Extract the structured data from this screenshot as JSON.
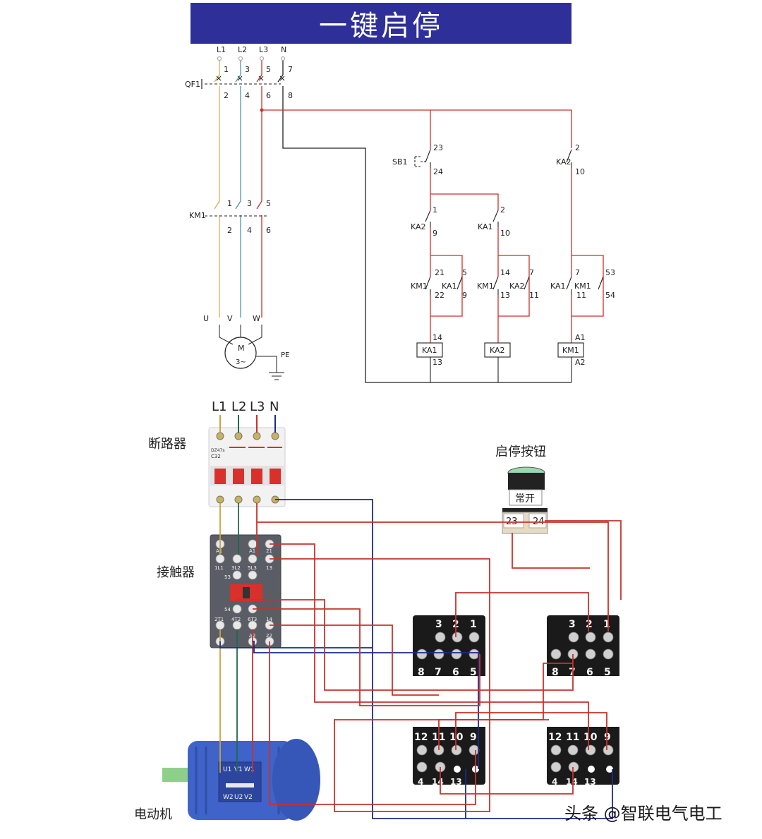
{
  "title": "一键启停",
  "schematic": {
    "phases": [
      "L1",
      "L2",
      "L3",
      "N"
    ],
    "qf1": {
      "label": "QF1",
      "top": [
        "1",
        "3",
        "5",
        "7"
      ],
      "bottom": [
        "2",
        "4",
        "6",
        "8"
      ]
    },
    "km1_main": {
      "label": "KM1",
      "top": [
        "1",
        "3",
        "5"
      ],
      "bottom": [
        "2",
        "4",
        "6"
      ]
    },
    "motor": {
      "terminals": [
        "U",
        "V",
        "W"
      ],
      "symbol_top": "M",
      "symbol_bottom": "3~",
      "pe": "PE"
    },
    "sb1": {
      "label": "SB1",
      "top": "23",
      "bottom": "24"
    },
    "ka2_top": {
      "label": "KA2",
      "top": "2",
      "bottom": "10"
    },
    "branch1": {
      "nc_label": "KA2",
      "nc_top": "1",
      "nc_bottom": "9",
      "km_label": "KM1",
      "km_top": "21",
      "km_bottom": "22",
      "hold_label": "KA1",
      "hold_top": "5",
      "hold_bottom": "9",
      "coil": "KA1",
      "coil_top": "14",
      "coil_bottom": "13"
    },
    "branch2": {
      "nc_label": "KA1",
      "nc_top": "2",
      "nc_bottom": "10",
      "km_label": "KM1",
      "km_top": "14",
      "km_bottom": "13",
      "hold_label": "KA2",
      "hold_top": "7",
      "hold_bottom": "11",
      "coil": "KA2"
    },
    "branch3": {
      "ka_label": "KA1",
      "ka_top": "7",
      "ka_bottom": "11",
      "km_label": "KM1",
      "km_top": "53",
      "km_bottom": "54",
      "coil": "KM1",
      "coil_top": "A1",
      "coil_bottom": "A2"
    }
  },
  "wiring": {
    "top_labels": [
      "L1",
      "L2",
      "L3",
      "N"
    ],
    "breaker_label": "断路器",
    "breaker_model": "DZ47s",
    "breaker_rating": "C32",
    "contactor_label": "接触器",
    "contactor_terminals_top": [
      "A1",
      "1L1",
      "3L2",
      "5L3",
      "A1",
      "21",
      "13"
    ],
    "contactor_terminals_mid": [
      "53",
      "54"
    ],
    "contactor_terminals_bottom": [
      "2T1",
      "4T2",
      "6T3",
      "14",
      "A2",
      "22"
    ],
    "button_label": "启停按钮",
    "button_type": "常开",
    "button_terminals": [
      "23",
      "24"
    ],
    "relay_top_row": [
      "3",
      "2",
      "1"
    ],
    "relay_row2": [
      "8",
      "7",
      "6",
      "5"
    ],
    "relay_row3": [
      "12",
      "11",
      "10",
      "9"
    ],
    "relay_bottom": [
      "4",
      "14",
      "13"
    ],
    "motor_label": "电动机",
    "motor_terminals_top": [
      "U1",
      "V1",
      "W1"
    ],
    "motor_terminals_bottom": [
      "W2",
      "U2",
      "V2"
    ]
  },
  "watermark": "头条 @智联电气电工",
  "colors": {
    "title_bg": "#2f2f9a",
    "red": "#c8322c",
    "blue": "#1c2a8a",
    "yellow": "#c9a43c",
    "green": "#2f7a5a",
    "black": "#222222"
  }
}
